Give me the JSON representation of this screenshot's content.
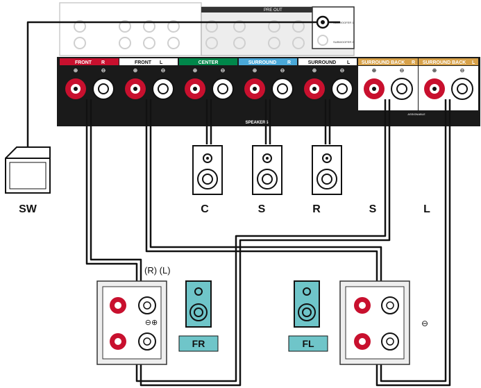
{
  "receiver": {
    "top_labels": {
      "preout": "PRE OUT",
      "sub1": "SUBWOOFER 1",
      "sub2": "SUBWOOFER 2"
    },
    "speakers_label": "SPEAKERS",
    "assignable_label": "ASSIGNABLE",
    "groups": [
      {
        "label": "FRONT",
        "badge": "R",
        "color": "#c8102e"
      },
      {
        "label": "FRONT",
        "badge": "L",
        "color": "#ffffff"
      },
      {
        "label": "CENTER",
        "badge": "",
        "color": "#00874a"
      },
      {
        "label": "SURROUND",
        "badge": "R",
        "color": "#4aa8d8"
      },
      {
        "label": "SURROUND",
        "badge": "L",
        "color": "#ffffff"
      },
      {
        "label": "SURROUND BACK",
        "badge": "R",
        "color": "#d8a24a"
      },
      {
        "label": "SURROUND BACK",
        "badge": "L",
        "color": "#d8a24a"
      }
    ]
  },
  "labels": {
    "sw": "SW",
    "c": "C",
    "s1": "S",
    "r": "R",
    "s2": "S",
    "l": "L",
    "rl": "(R)  (L)",
    "fr": "FR",
    "fl": "FL",
    "minusplus": "⊖⊕",
    "minus": "⊖"
  },
  "colors": {
    "accent": "#6fc5c9",
    "red": "#c8102e",
    "panel": "#1a1a1a"
  }
}
